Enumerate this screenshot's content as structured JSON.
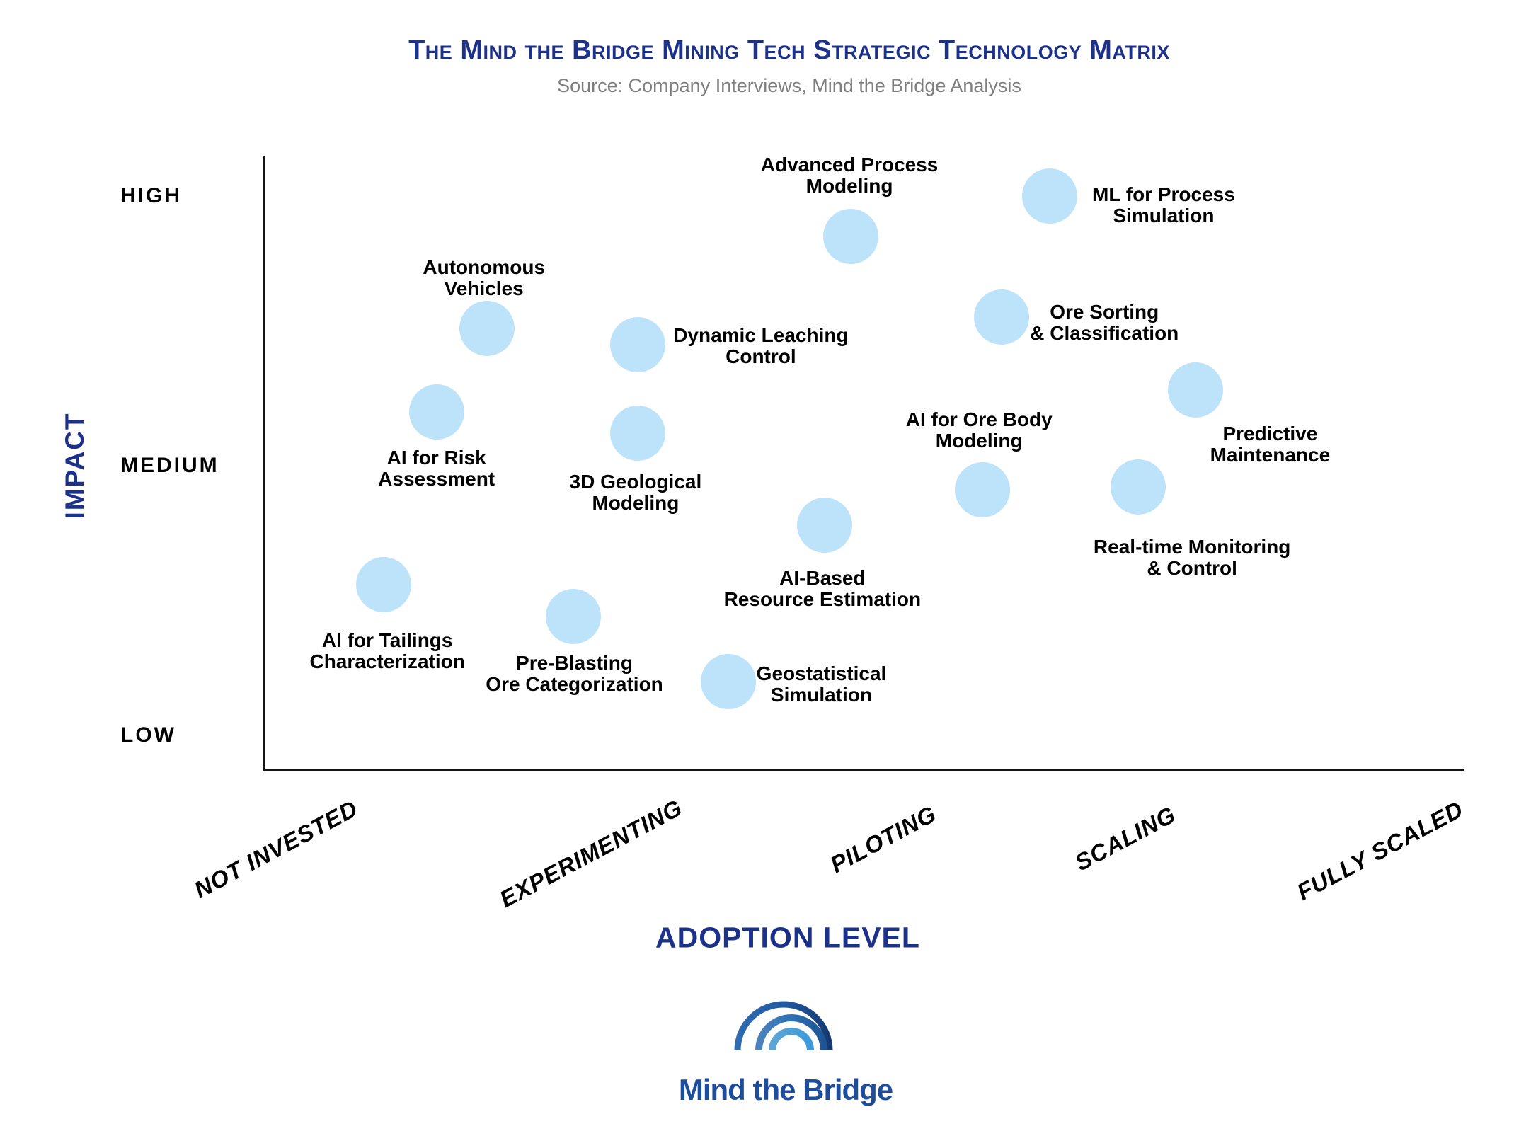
{
  "header": {
    "title": "The Mind the Bridge Mining Tech Strategic Technology Matrix",
    "subtitle": "Source: Company Interviews, Mind the Bridge Analysis"
  },
  "colors": {
    "title_navy": "#1c3189",
    "bubble_fill": "#bde3fa",
    "label_black": "#000000",
    "subtitle_gray": "#7f7f7f",
    "axis_black": "#151515",
    "logo_text_blue": "#1e4d9b",
    "logo_arc_outer": [
      "#2f6cb0",
      "#173a71"
    ],
    "logo_arc_middle": [
      "#4d83bb",
      "#1e5493"
    ],
    "logo_arc_inner": [
      "#5ea5d5",
      "#3b9add"
    ]
  },
  "chart_data": {
    "type": "scatter",
    "title": "The Mind the Bridge Mining Tech Strategic Technology Matrix",
    "subtitle": "Source: Company Interviews, Mind the Bridge Analysis",
    "grid": false,
    "legend": false,
    "x_axis": {
      "label": "ADOPTION LEVEL",
      "categories": [
        "NOT INVESTED",
        "EXPERIMENTING",
        "PILOTING",
        "SCALING",
        "FULLY SCALED"
      ],
      "range": [
        0.5,
        5.5
      ]
    },
    "y_axis": {
      "label": "IMPACT",
      "categories": [
        "LOW",
        "MEDIUM",
        "HIGH"
      ],
      "range": [
        1,
        3
      ]
    },
    "points": [
      {
        "name": "Advanced Process Modeling",
        "lines": [
          "Advanced Process",
          "Modeling"
        ],
        "adoption": 2.95,
        "impact": 2.85,
        "label_dx": -2,
        "label_dy": -86
      },
      {
        "name": "ML for Process Simulation",
        "lines": [
          "ML for Process",
          "Simulation"
        ],
        "adoption": 3.78,
        "impact": 3.0,
        "label_dx": 161,
        "label_dy": 13
      },
      {
        "name": "Autonomous Vehicles",
        "lines": [
          "Autonomous",
          "Vehicles"
        ],
        "adoption": 1.43,
        "impact": 2.51,
        "label_dx": -4,
        "label_dy": -71
      },
      {
        "name": "Dynamic Leaching Control",
        "lines": [
          "Dynamic Leaching",
          "Control"
        ],
        "adoption": 2.06,
        "impact": 2.45,
        "label_dx": 174,
        "label_dy": 2
      },
      {
        "name": "Ore Sorting & Classification",
        "lines": [
          "Ore Sorting",
          "& Classification"
        ],
        "adoption": 3.58,
        "impact": 2.55,
        "label_dx": 145,
        "label_dy": 8
      },
      {
        "name": "Predictive Maintenance",
        "lines": [
          "Predictive",
          "Maintenance"
        ],
        "adoption": 4.39,
        "impact": 2.28,
        "label_dx": 105,
        "label_dy": 77
      },
      {
        "name": "AI for Risk Assessment",
        "lines": [
          "AI for Risk",
          "Assessment"
        ],
        "adoption": 1.22,
        "impact": 2.2,
        "label_dx": 0,
        "label_dy": 80
      },
      {
        "name": "3D Geological Modeling",
        "lines": [
          "3D Geological",
          "Modeling"
        ],
        "adoption": 2.06,
        "impact": 2.12,
        "label_dx": -3,
        "label_dy": 84
      },
      {
        "name": "AI for Ore Body Modeling",
        "lines": [
          "AI for Ore Body",
          "Modeling"
        ],
        "adoption": 3.5,
        "impact": 1.91,
        "label_dx": -5,
        "label_dy": -84
      },
      {
        "name": "Real-time Monitoring & Control",
        "lines": [
          "Real-time Monitoring",
          "& Control"
        ],
        "adoption": 4.15,
        "impact": 1.92,
        "label_dx": 76,
        "label_dy": 100
      },
      {
        "name": "AI-Based Resource Estimation",
        "lines": [
          "AI-Based",
          "Resource Estimation"
        ],
        "adoption": 2.84,
        "impact": 1.78,
        "label_dx": -3,
        "label_dy": 90
      },
      {
        "name": "AI for Tailings Characterization",
        "lines": [
          "AI for Tailings",
          "Characterization"
        ],
        "adoption": 1.0,
        "impact": 1.56,
        "label_dx": 5,
        "label_dy": 94
      },
      {
        "name": "Pre-Blasting Ore Categorization",
        "lines": [
          "Pre-Blasting",
          "Ore Categorization"
        ],
        "adoption": 1.79,
        "impact": 1.44,
        "label_dx": 2,
        "label_dy": 81
      },
      {
        "name": "Geostatistical Simulation",
        "lines": [
          "Geostatistical",
          "Simulation"
        ],
        "adoption": 2.44,
        "impact": 1.2,
        "label_dx": 131,
        "label_dy": 4
      }
    ]
  },
  "logo": {
    "icon": "bridge-arches-icon",
    "text": "Mind the Bridge"
  }
}
